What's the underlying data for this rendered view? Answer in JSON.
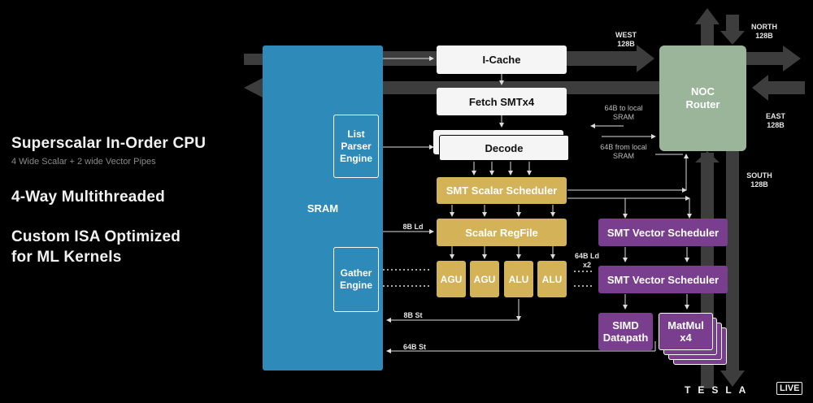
{
  "left_text": {
    "line1": "Superscalar In-Order CPU",
    "line1_sub": "4 Wide Scalar + 2 wide Vector Pipes",
    "line2": "4-Way Multithreaded",
    "line3a": "Custom ISA Optimized",
    "line3b": "for ML Kernels"
  },
  "blocks": {
    "sram": "SRAM",
    "list_parser": [
      "List",
      "Parser",
      "Engine"
    ],
    "gather": [
      "Gather",
      "Engine"
    ],
    "icache": "I-Cache",
    "fetch": "Fetch  SMTx4",
    "decode": "Decode",
    "smt_scalar": "SMT Scalar Scheduler",
    "scalar_regfile": "Scalar RegFile",
    "agu1": "AGU",
    "agu2": "AGU",
    "alu1": "ALU",
    "alu2": "ALU",
    "smt_vector1": "SMT Vector Scheduler",
    "smt_vector2": "SMT Vector Scheduler",
    "simd": [
      "SIMD",
      "Datapath"
    ],
    "matmul": [
      "MatMul",
      "x4"
    ],
    "noc": [
      "NOC",
      "Router"
    ]
  },
  "labels": {
    "ld8b": "8B Ld",
    "st8b": "8B St",
    "st64b": "64B St",
    "ld64b": [
      "64B Ld",
      "x2"
    ],
    "to_local": [
      "64B to local",
      "SRAM"
    ],
    "from_local": [
      "64B from local",
      "SRAM"
    ],
    "west": [
      "WEST",
      "128B"
    ],
    "north": [
      "NORTH",
      "128B"
    ],
    "east": [
      "EAST",
      "128B"
    ],
    "south": [
      "SOUTH",
      "128B"
    ]
  },
  "branding": {
    "logo": "TESLA",
    "live": "LIVE"
  },
  "colors": {
    "sram": "#2e8ab9",
    "scalar": "#d4b257",
    "vector": "#7a3e8f",
    "noc": "#9bb59b",
    "bus": "#3a3a3a"
  }
}
